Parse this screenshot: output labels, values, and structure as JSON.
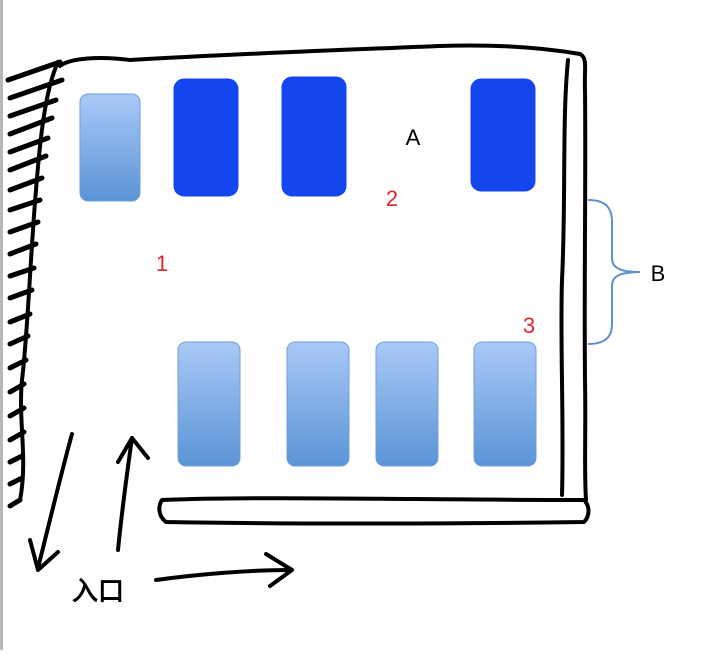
{
  "labels": {
    "zone_a": "A",
    "zone_b": "B",
    "entrance": "入口"
  },
  "markers": [
    "1",
    "2",
    "3"
  ],
  "colors": {
    "occupied_spot": "#1446ef",
    "empty_spot_top": "#a9c9f7",
    "empty_spot_bottom": "#5b94d6",
    "outline": "#000000",
    "marker": "#e0262b",
    "brace": "#5b8fd0"
  },
  "spots": {
    "top_row": [
      "empty",
      "occupied",
      "occupied",
      "occupied"
    ],
    "bottom_row": [
      "empty",
      "empty",
      "empty",
      "empty"
    ]
  }
}
